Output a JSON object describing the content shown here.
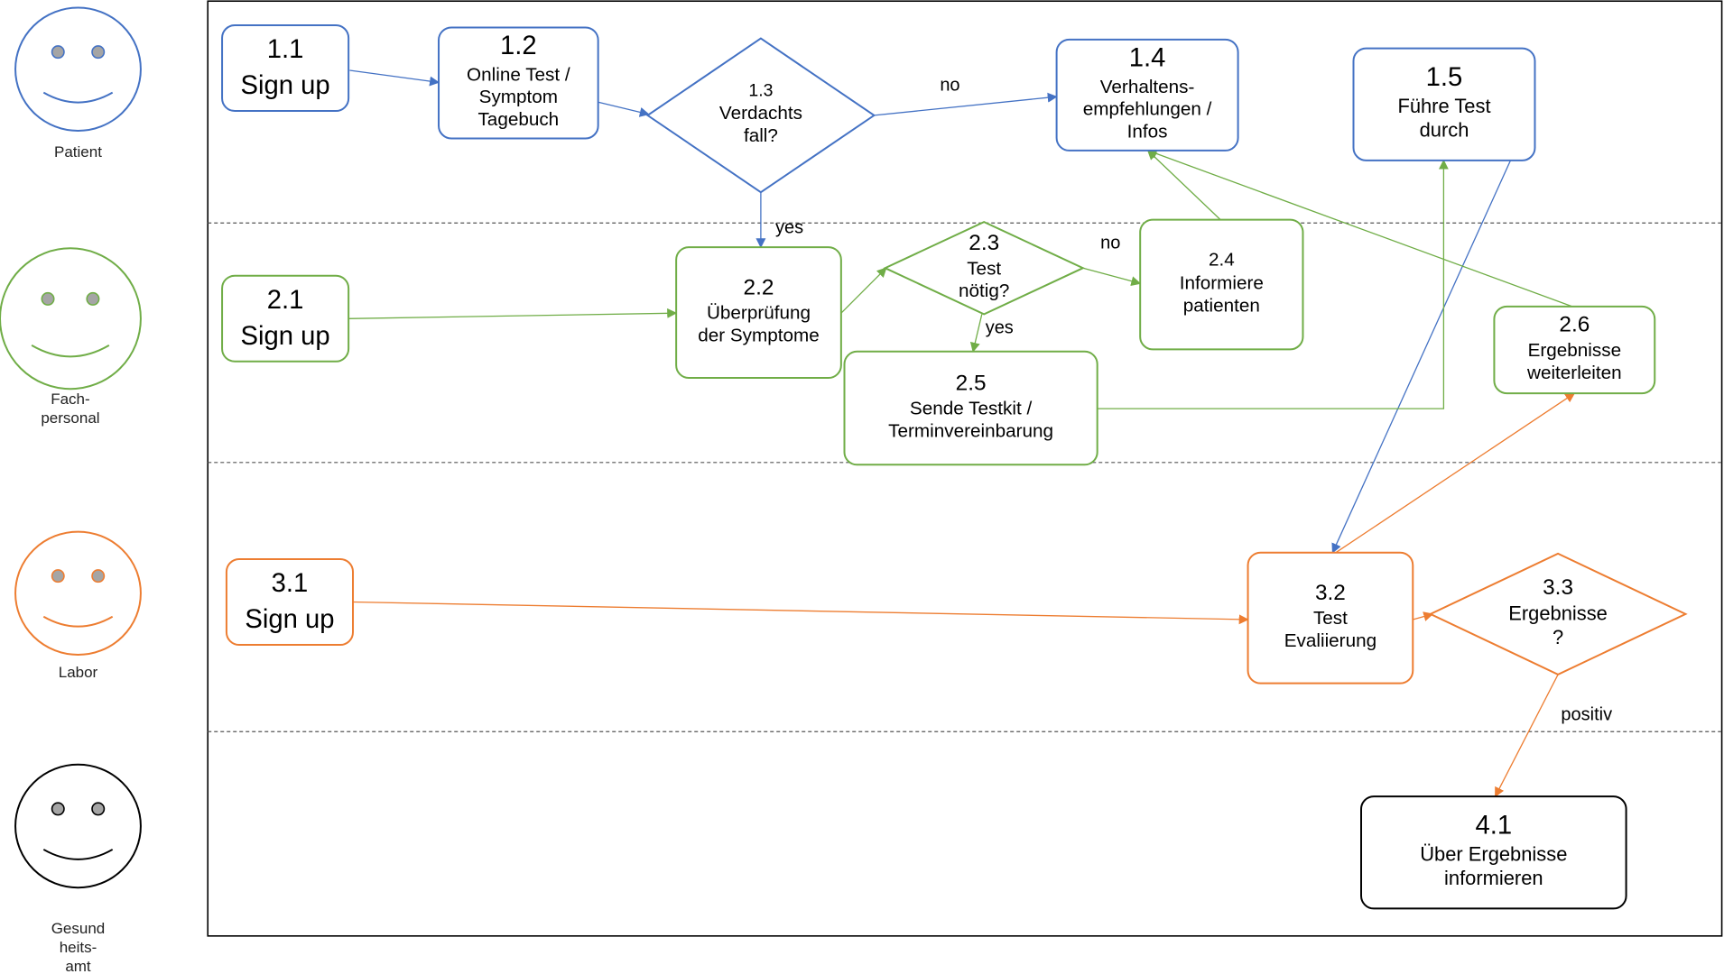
{
  "colors": {
    "patient": "#4472C4",
    "staff": "#70AD47",
    "lab": "#ED7D31",
    "health_office": "#000000",
    "face_fill": "#a5a5a5",
    "lane_divider": "#555555"
  },
  "actors": [
    {
      "label": "Patient",
      "color_key": "patient"
    },
    {
      "label": "Fach-\npersonal",
      "color_key": "staff"
    },
    {
      "label": "Labor",
      "color_key": "lab"
    },
    {
      "label": "Gesund\nheits-\namt",
      "color_key": "health_office"
    }
  ],
  "nodes": [
    {
      "id": "1.1",
      "shape": "box",
      "color_key": "patient",
      "text": "Sign up"
    },
    {
      "id": "1.2",
      "shape": "box",
      "color_key": "patient",
      "text": "Online Test /\nSymptom\nTagebuch"
    },
    {
      "id": "1.3",
      "shape": "diamond",
      "color_key": "patient",
      "text": "Verdachts\nfall?"
    },
    {
      "id": "1.4",
      "shape": "box",
      "color_key": "patient",
      "text": "Verhaltens-\nempfehlungen /\nInfos"
    },
    {
      "id": "1.5",
      "shape": "box",
      "color_key": "patient",
      "text": "Führe Test\ndurch"
    },
    {
      "id": "2.1",
      "shape": "box",
      "color_key": "staff",
      "text": "Sign up"
    },
    {
      "id": "2.2",
      "shape": "box",
      "color_key": "staff",
      "text": "Überprüfung\nder Symptome"
    },
    {
      "id": "2.3",
      "shape": "diamond",
      "color_key": "staff",
      "text": "Test\nnötig?"
    },
    {
      "id": "2.4",
      "shape": "box",
      "color_key": "staff",
      "text": "Informiere\npatienten"
    },
    {
      "id": "2.5",
      "shape": "box",
      "color_key": "staff",
      "text": "Sende Testkit /\nTerminvereinbarung"
    },
    {
      "id": "2.6",
      "shape": "box",
      "color_key": "staff",
      "text": "Ergebnisse\nweiterleiten"
    },
    {
      "id": "3.1",
      "shape": "box",
      "color_key": "lab",
      "text": "Sign up"
    },
    {
      "id": "3.2",
      "shape": "box",
      "color_key": "lab",
      "text": "Test\nEvaliierung"
    },
    {
      "id": "3.3",
      "shape": "diamond",
      "color_key": "lab",
      "text": "Ergebnisse\n?"
    },
    {
      "id": "4.1",
      "shape": "box",
      "color_key": "health_office",
      "text": "Über Ergebnisse\ninformieren"
    }
  ],
  "edges": [
    {
      "from": "1.1",
      "to": "1.2",
      "color_key": "patient",
      "label": ""
    },
    {
      "from": "1.2",
      "to": "1.3",
      "color_key": "patient",
      "label": ""
    },
    {
      "from": "1.3",
      "to": "1.4",
      "color_key": "patient",
      "label": "no"
    },
    {
      "from": "1.3",
      "to": "2.2",
      "color_key": "patient",
      "label": "yes"
    },
    {
      "from": "1.5",
      "to": "3.2",
      "color_key": "patient",
      "label": ""
    },
    {
      "from": "2.1",
      "to": "2.2",
      "color_key": "staff",
      "label": ""
    },
    {
      "from": "2.2",
      "to": "2.3",
      "color_key": "staff",
      "label": ""
    },
    {
      "from": "2.3",
      "to": "2.4",
      "color_key": "staff",
      "label": "no"
    },
    {
      "from": "2.3",
      "to": "2.5",
      "color_key": "staff",
      "label": "yes"
    },
    {
      "from": "2.4",
      "to": "1.4",
      "color_key": "staff",
      "label": ""
    },
    {
      "from": "2.5",
      "to": "1.5",
      "color_key": "staff",
      "label": ""
    },
    {
      "from": "2.6",
      "to": "1.4",
      "color_key": "staff",
      "label": ""
    },
    {
      "from": "3.1",
      "to": "3.2",
      "color_key": "lab",
      "label": ""
    },
    {
      "from": "3.2",
      "to": "3.3",
      "color_key": "lab",
      "label": ""
    },
    {
      "from": "3.2",
      "to": "2.6",
      "color_key": "lab",
      "label": ""
    },
    {
      "from": "3.3",
      "to": "4.1",
      "color_key": "lab",
      "label": "positiv"
    }
  ]
}
